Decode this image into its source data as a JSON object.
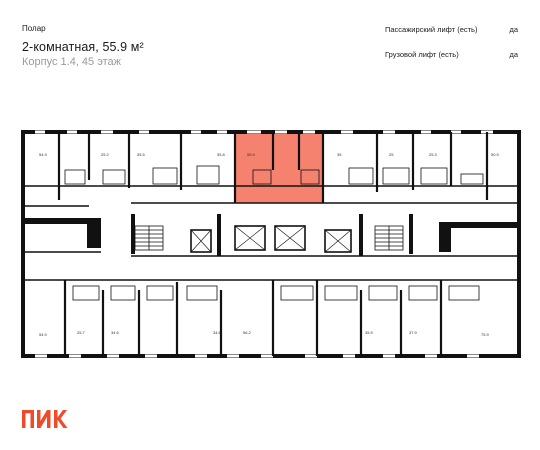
{
  "header": {
    "project": "Полар",
    "title": "2-комнатная, 55.9 м²",
    "subtitle": "Корпус 1.4, 45 этаж"
  },
  "features": [
    {
      "label": "Пассажирский лифт (есть)",
      "value": "да"
    },
    {
      "label": "Грузовой лифт (есть)",
      "value": "да"
    }
  ],
  "plan": {
    "highlight_color": "#f4826f",
    "top_areas": [
      "54.9",
      "25.2",
      "35.5",
      "35.8",
      "55.9",
      "35",
      "25",
      "25.3",
      "50.9"
    ],
    "bottom_areas": [
      "54.9",
      "25.7",
      "34.6",
      "34.6",
      "56.2",
      "35.9",
      "37.9",
      "75.9"
    ]
  },
  "logo": {
    "text": "ПИК",
    "color": "#ef4b2a",
    "icon": "pik-logo"
  }
}
